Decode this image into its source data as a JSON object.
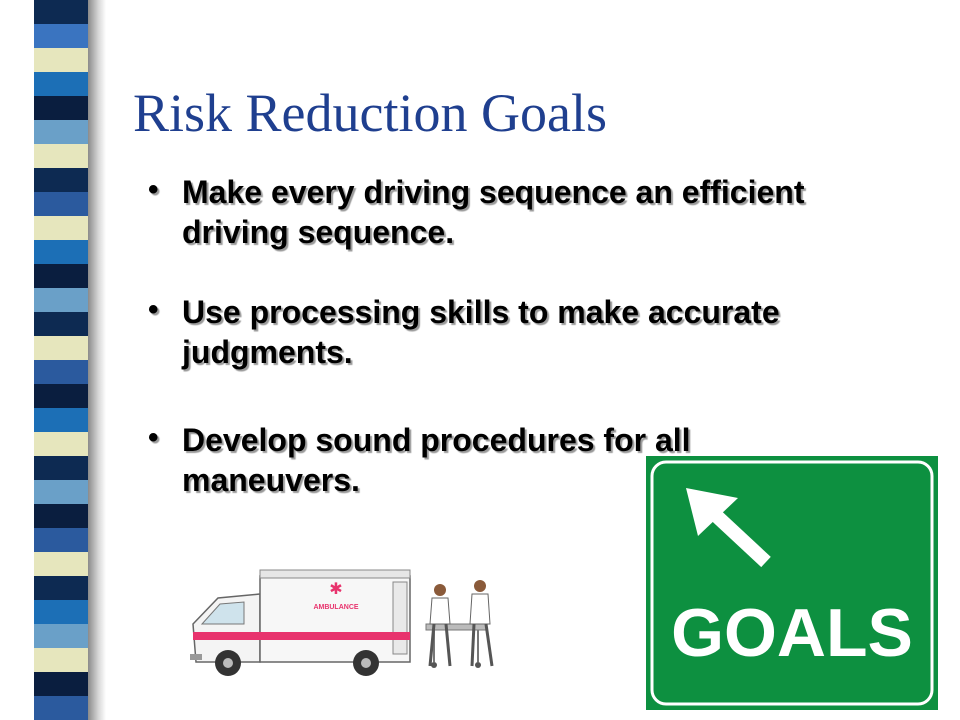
{
  "slide": {
    "title": "Risk Reduction Goals",
    "bullet_char": "•",
    "bullets": [
      {
        "text": "Make every driving sequence an efficient driving sequence."
      },
      {
        "text": "Use processing skills to make accurate judgments."
      },
      {
        "text": "Develop sound procedures for all maneuvers."
      }
    ]
  },
  "sign": {
    "text": "GOALS",
    "icon": "arrow-up-left-icon",
    "background_color": "#0d9040",
    "text_color": "#ffffff"
  },
  "illustration": {
    "icon": "ambulance-icon",
    "vehicle_label": "AMBULANCE",
    "stripe_color": "#e8336d"
  },
  "theme": {
    "title_color": "#1f3f8f",
    "stripe_colors": [
      "#0d2a52",
      "#3a74c0",
      "#e6e6bd",
      "#1c6fb6",
      "#0a1e3f",
      "#6aa0c8",
      "#e6e6bd",
      "#0d2a52",
      "#2b5a9e",
      "#e6e6bd",
      "#1c6fb6",
      "#0a1e3f",
      "#6aa0c8",
      "#0d2a52",
      "#e6e6bd",
      "#2b5a9e",
      "#0a1e3f",
      "#1c6fb6",
      "#e6e6bd",
      "#0d2a52",
      "#6aa0c8",
      "#0a1e3f",
      "#2b5a9e",
      "#e6e6bd",
      "#0d2a52",
      "#1c6fb6",
      "#6aa0c8",
      "#e6e6bd",
      "#0a1e3f",
      "#2b5a9e"
    ]
  }
}
